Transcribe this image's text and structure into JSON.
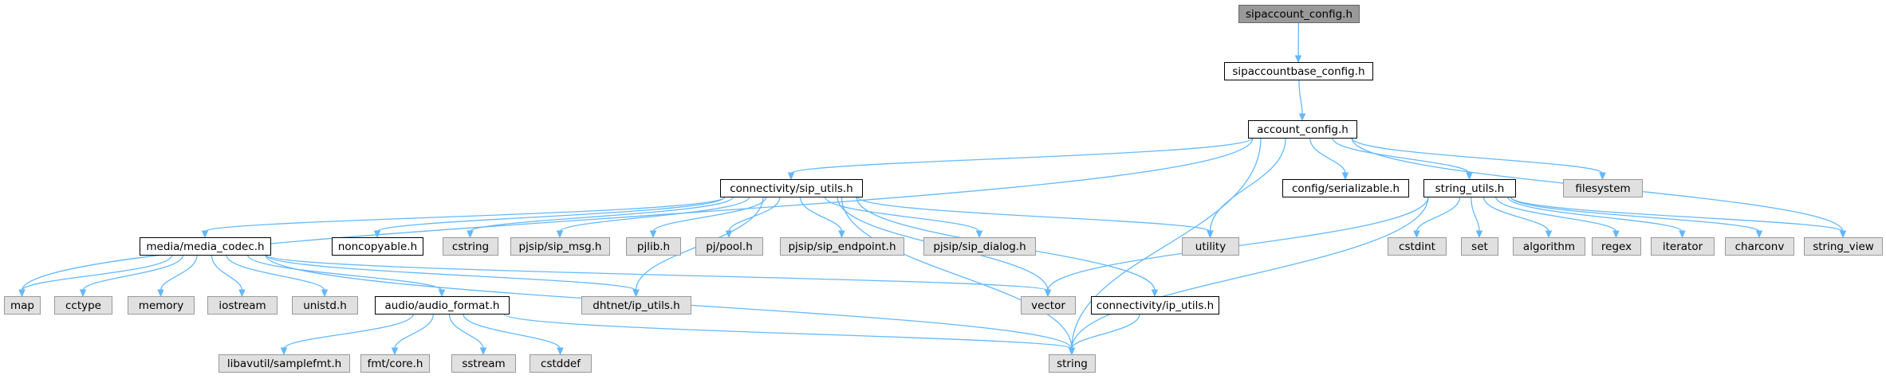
{
  "styles": {
    "root": {
      "fill": "#999999",
      "stroke": "#666666"
    },
    "local": {
      "fill": "#ffffff",
      "stroke": "#000000"
    },
    "system": {
      "fill": "#e0e0e0",
      "stroke": "#999999"
    },
    "edge_color": "#63b8ff"
  },
  "nodes": [
    {
      "id": "sipaccount_config",
      "label": "sipaccount_config.h",
      "kind": "root"
    },
    {
      "id": "sipaccountbase_config",
      "label": "sipaccountbase_config.h",
      "kind": "local"
    },
    {
      "id": "account_config",
      "label": "account_config.h",
      "kind": "local"
    },
    {
      "id": "sip_utils",
      "label": "connectivity/sip_utils.h",
      "kind": "local"
    },
    {
      "id": "serializable",
      "label": "config/serializable.h",
      "kind": "local"
    },
    {
      "id": "string_utils",
      "label": "string_utils.h",
      "kind": "local"
    },
    {
      "id": "filesystem",
      "label": "filesystem",
      "kind": "system"
    },
    {
      "id": "media_codec",
      "label": "media/media_codec.h",
      "kind": "local"
    },
    {
      "id": "noncopyable",
      "label": "noncopyable.h",
      "kind": "local"
    },
    {
      "id": "cstring",
      "label": "cstring",
      "kind": "system"
    },
    {
      "id": "sip_msg",
      "label": "pjsip/sip_msg.h",
      "kind": "system"
    },
    {
      "id": "pjlib",
      "label": "pjlib.h",
      "kind": "system"
    },
    {
      "id": "pool",
      "label": "pj/pool.h",
      "kind": "system"
    },
    {
      "id": "sip_endpoint",
      "label": "pjsip/sip_endpoint.h",
      "kind": "system"
    },
    {
      "id": "sip_dialog",
      "label": "pjsip/sip_dialog.h",
      "kind": "system"
    },
    {
      "id": "utility",
      "label": "utility",
      "kind": "system"
    },
    {
      "id": "cstdint",
      "label": "cstdint",
      "kind": "system"
    },
    {
      "id": "set",
      "label": "set",
      "kind": "system"
    },
    {
      "id": "algorithm",
      "label": "algorithm",
      "kind": "system"
    },
    {
      "id": "regex",
      "label": "regex",
      "kind": "system"
    },
    {
      "id": "iterator",
      "label": "iterator",
      "kind": "system"
    },
    {
      "id": "charconv",
      "label": "charconv",
      "kind": "system"
    },
    {
      "id": "string_view",
      "label": "string_view",
      "kind": "system"
    },
    {
      "id": "map",
      "label": "map",
      "kind": "system"
    },
    {
      "id": "cctype",
      "label": "cctype",
      "kind": "system"
    },
    {
      "id": "memory",
      "label": "memory",
      "kind": "system"
    },
    {
      "id": "iostream",
      "label": "iostream",
      "kind": "system"
    },
    {
      "id": "unistd",
      "label": "unistd.h",
      "kind": "system"
    },
    {
      "id": "audio_format",
      "label": "audio/audio_format.h",
      "kind": "local"
    },
    {
      "id": "dhtnet_ip_utils",
      "label": "dhtnet/ip_utils.h",
      "kind": "system"
    },
    {
      "id": "vector",
      "label": "vector",
      "kind": "system"
    },
    {
      "id": "conn_ip_utils",
      "label": "connectivity/ip_utils.h",
      "kind": "local"
    },
    {
      "id": "samplefmt",
      "label": "libavutil/samplefmt.h",
      "kind": "system"
    },
    {
      "id": "fmt_core",
      "label": "fmt/core.h",
      "kind": "system"
    },
    {
      "id": "sstream",
      "label": "sstream",
      "kind": "system"
    },
    {
      "id": "cstddef",
      "label": "cstddef",
      "kind": "system"
    },
    {
      "id": "string",
      "label": "string",
      "kind": "system"
    }
  ],
  "edges": [
    [
      "sipaccount_config",
      "sipaccountbase_config"
    ],
    [
      "sipaccountbase_config",
      "account_config"
    ],
    [
      "account_config",
      "sip_utils"
    ],
    [
      "account_config",
      "serializable"
    ],
    [
      "account_config",
      "string_utils"
    ],
    [
      "account_config",
      "filesystem"
    ],
    [
      "account_config",
      "map"
    ],
    [
      "account_config",
      "utility"
    ],
    [
      "account_config",
      "string"
    ],
    [
      "account_config",
      "string_view"
    ],
    [
      "sip_utils",
      "media_codec"
    ],
    [
      "sip_utils",
      "noncopyable"
    ],
    [
      "sip_utils",
      "cstring"
    ],
    [
      "sip_utils",
      "sip_msg"
    ],
    [
      "sip_utils",
      "pjlib"
    ],
    [
      "sip_utils",
      "pool"
    ],
    [
      "sip_utils",
      "sip_endpoint"
    ],
    [
      "sip_utils",
      "sip_dialog"
    ],
    [
      "sip_utils",
      "utility"
    ],
    [
      "sip_utils",
      "dhtnet_ip_utils"
    ],
    [
      "sip_utils",
      "vector"
    ],
    [
      "sip_utils",
      "conn_ip_utils"
    ],
    [
      "sip_utils",
      "string"
    ],
    [
      "string_utils",
      "cstdint"
    ],
    [
      "string_utils",
      "set"
    ],
    [
      "string_utils",
      "algorithm"
    ],
    [
      "string_utils",
      "regex"
    ],
    [
      "string_utils",
      "iterator"
    ],
    [
      "string_utils",
      "charconv"
    ],
    [
      "string_utils",
      "string_view"
    ],
    [
      "string_utils",
      "vector"
    ],
    [
      "string_utils",
      "string"
    ],
    [
      "media_codec",
      "map"
    ],
    [
      "media_codec",
      "cctype"
    ],
    [
      "media_codec",
      "memory"
    ],
    [
      "media_codec",
      "iostream"
    ],
    [
      "media_codec",
      "unistd"
    ],
    [
      "media_codec",
      "audio_format"
    ],
    [
      "media_codec",
      "dhtnet_ip_utils"
    ],
    [
      "media_codec",
      "vector"
    ],
    [
      "media_codec",
      "string"
    ],
    [
      "audio_format",
      "samplefmt"
    ],
    [
      "audio_format",
      "fmt_core"
    ],
    [
      "audio_format",
      "sstream"
    ],
    [
      "audio_format",
      "cstddef"
    ],
    [
      "audio_format",
      "string"
    ],
    [
      "conn_ip_utils",
      "string"
    ]
  ]
}
